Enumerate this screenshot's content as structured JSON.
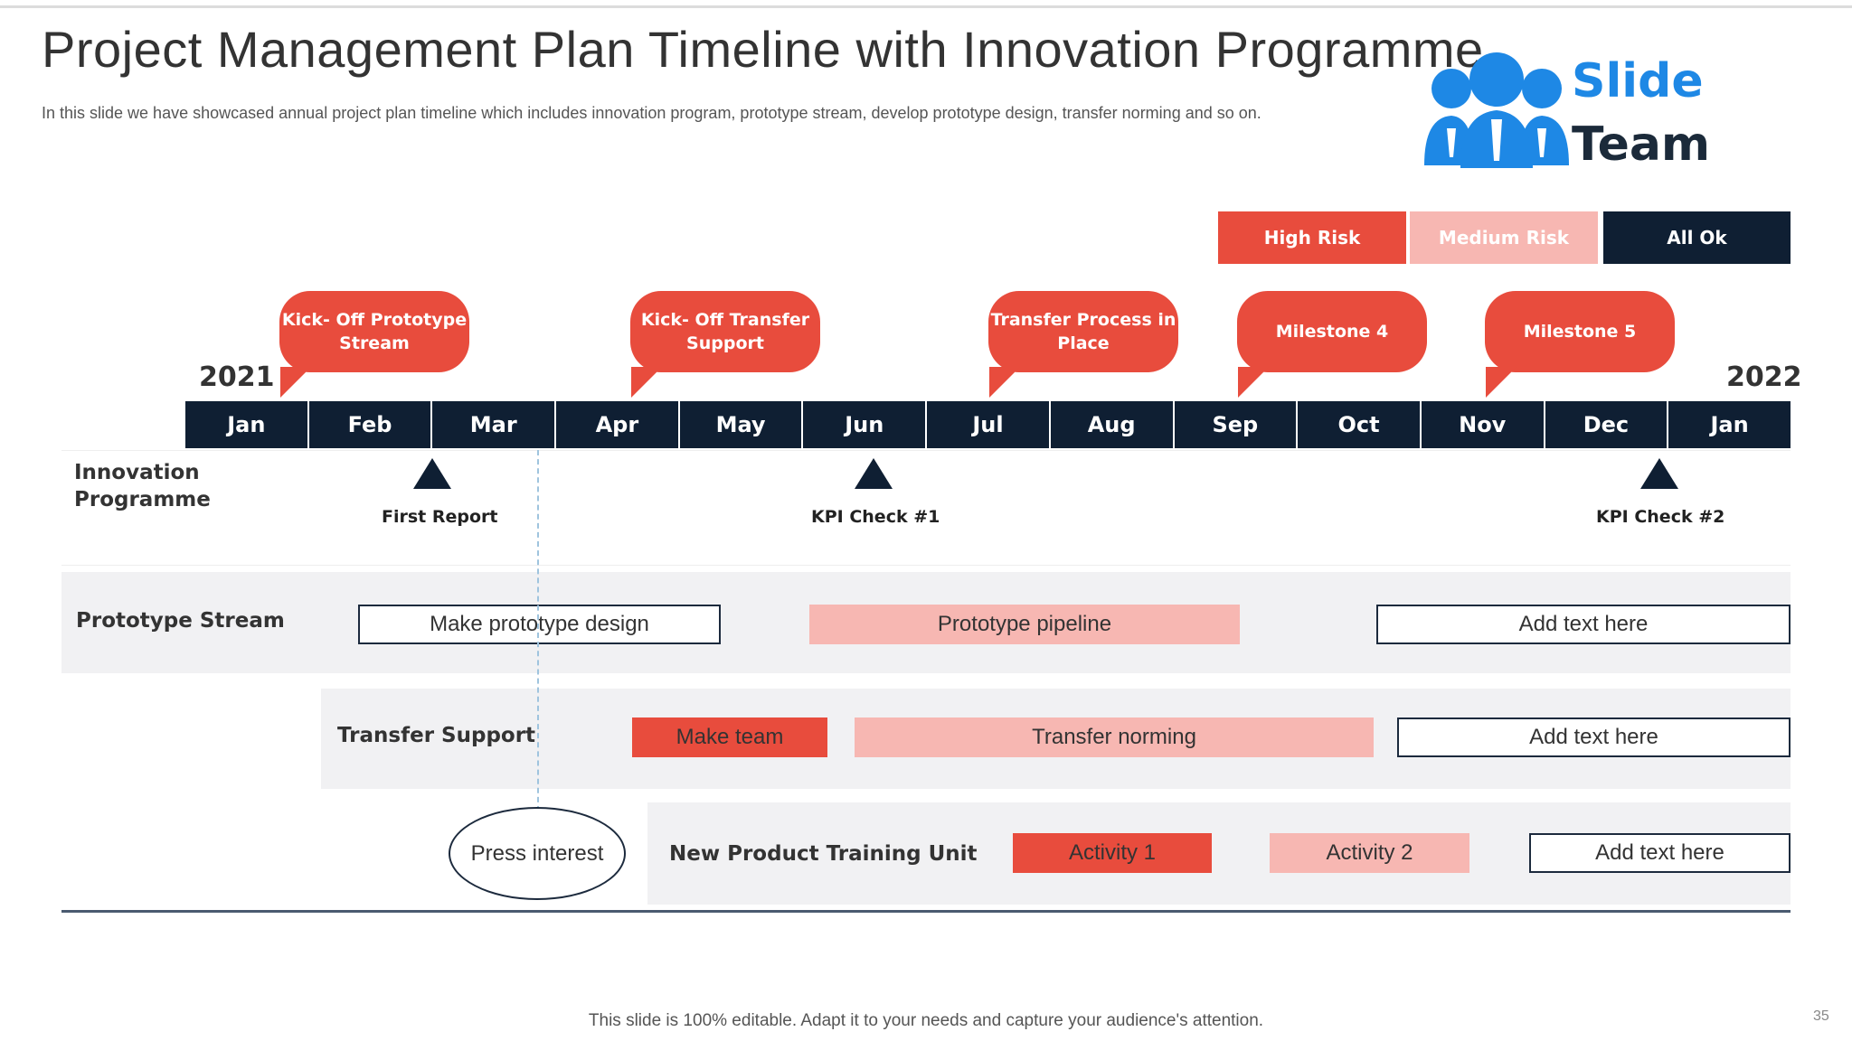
{
  "title": "Project Management Plan Timeline with Innovation Programme",
  "subtitle": "In this slide we have showcased annual project plan timeline which includes innovation program, prototype stream, develop prototype design, transfer norming and so on.",
  "logo": {
    "line1": "Slide",
    "line2": "Team",
    "icon": "people-icon",
    "color1": "#1e88e5",
    "color2": "#1b2a3a"
  },
  "legend": [
    {
      "label": "High Risk",
      "color": "#e84c3d"
    },
    {
      "label": "Medium Risk",
      "color": "#f7b7b2"
    },
    {
      "label": "All Ok",
      "color": "#0f1f33"
    }
  ],
  "bubbles": [
    {
      "text": "Kick- Off Prototype Stream"
    },
    {
      "text": "Kick- Off Transfer Support"
    },
    {
      "text": "Transfer Process in Place"
    },
    {
      "text": "Milestone 4"
    },
    {
      "text": "Milestone 5"
    }
  ],
  "years": {
    "start": "2021",
    "end": "2022"
  },
  "months": [
    "Jan",
    "Feb",
    "Mar",
    "Apr",
    "May",
    "Jun",
    "Jul",
    "Aug",
    "Sep",
    "Oct",
    "Nov",
    "Dec",
    "Jan"
  ],
  "rows": {
    "innovation": {
      "label": "Innovation Programme",
      "milestones": [
        "First Report",
        "KPI Check #1",
        "KPI Check #2"
      ]
    },
    "prototype": {
      "label": "Prototype Stream",
      "tasks": [
        "Make prototype design",
        "Prototype pipeline",
        "Add text here"
      ]
    },
    "transfer": {
      "label": "Transfer Support",
      "tasks": [
        "Make team",
        "Transfer norming",
        "Add text here"
      ]
    },
    "training": {
      "label": "New Product Training Unit",
      "tasks": [
        "Activity 1",
        "Activity 2",
        "Add text here"
      ],
      "note": "Press interest"
    }
  },
  "footer": "This slide is 100% editable. Adapt it to your needs and capture your audience's attention.",
  "page_number": "35"
}
